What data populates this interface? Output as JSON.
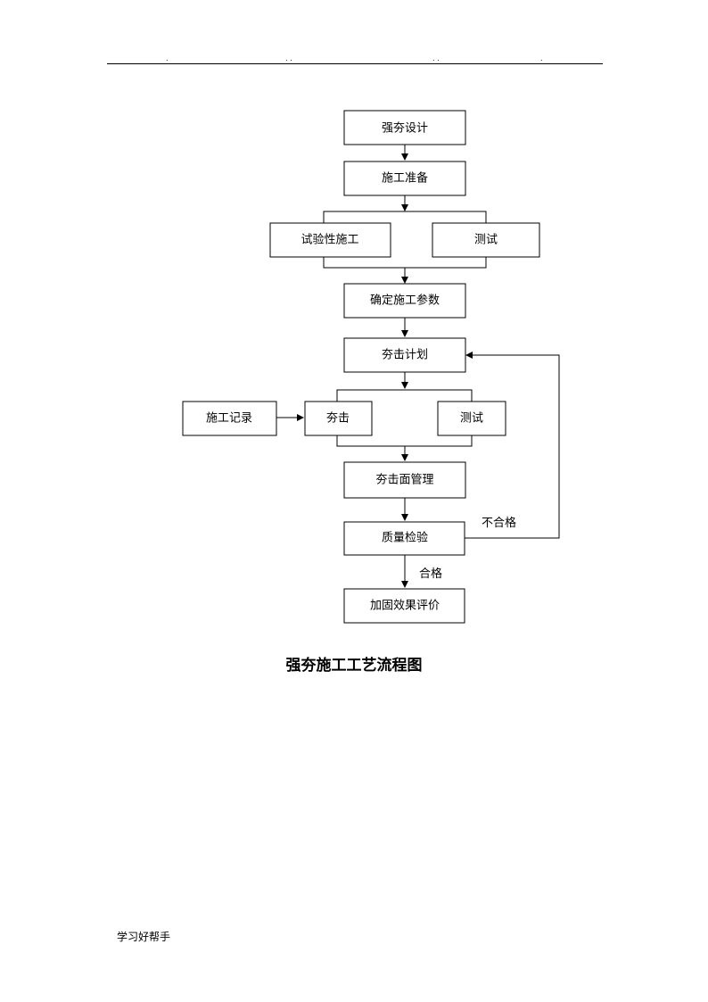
{
  "header": {
    "marks": [
      ".",
      ". .",
      ". .",
      "."
    ]
  },
  "diagram": {
    "nodes": [
      {
        "id": "ramming-design",
        "label": "强夯设计"
      },
      {
        "id": "construction-prep",
        "label": "施工准备"
      },
      {
        "id": "trial-construction",
        "label": "试验性施工"
      },
      {
        "id": "test-1",
        "label": "测试"
      },
      {
        "id": "determine-params",
        "label": "确定施工参数"
      },
      {
        "id": "ramming-plan",
        "label": "夯击计划"
      },
      {
        "id": "construction-record",
        "label": "施工记录"
      },
      {
        "id": "ramming",
        "label": "夯击"
      },
      {
        "id": "test-2",
        "label": "测试"
      },
      {
        "id": "surface-management",
        "label": "夯击面管理"
      },
      {
        "id": "quality-inspection",
        "label": "质量检验"
      },
      {
        "id": "effect-evaluation",
        "label": "加固效果评价"
      }
    ],
    "edge_labels": {
      "fail": "不合格",
      "pass": "合格"
    }
  },
  "caption": "强夯施工工艺流程图",
  "footer": "学习好帮手"
}
